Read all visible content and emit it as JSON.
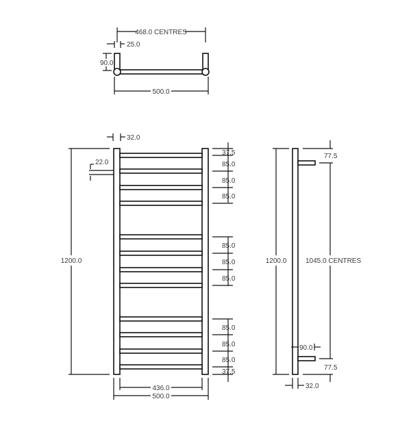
{
  "drawing": {
    "subject": "Heated towel rail technical drawing",
    "line_color": "#111111",
    "text_color": "#3a3a3a",
    "background": "#ffffff"
  },
  "top_view": {
    "centres_label": "468.0 CENTRES",
    "tube_width_label": "25.0",
    "depth_label": "90.0",
    "overall_width_label": "500.0"
  },
  "front_view": {
    "tube_width_label": "32.0",
    "standoff_label": "22.0",
    "height_label": "1200.0",
    "rail_spacings": [
      "37.5",
      "85.0",
      "85.0",
      "85.0",
      "85.0",
      "85.0",
      "85.0",
      "85.0",
      "85.0",
      "85.0",
      "37.5"
    ],
    "inner_width_label": "436.0",
    "overall_width_label": "500.0",
    "rail_groups": [
      {
        "rails": [
          224,
          247,
          271,
          295
        ]
      },
      {
        "rails": [
          344,
          368,
          391,
          415
        ]
      },
      {
        "rails": [
          463,
          487,
          510,
          534
        ]
      }
    ]
  },
  "side_view": {
    "height_label": "1200.0",
    "top_offset_label": "77.5",
    "centres_label": "1045.0 CENTRES",
    "bracket_depth_label": "90.0",
    "bottom_offset_label": "77.5",
    "tube_width_label": "32.0"
  }
}
